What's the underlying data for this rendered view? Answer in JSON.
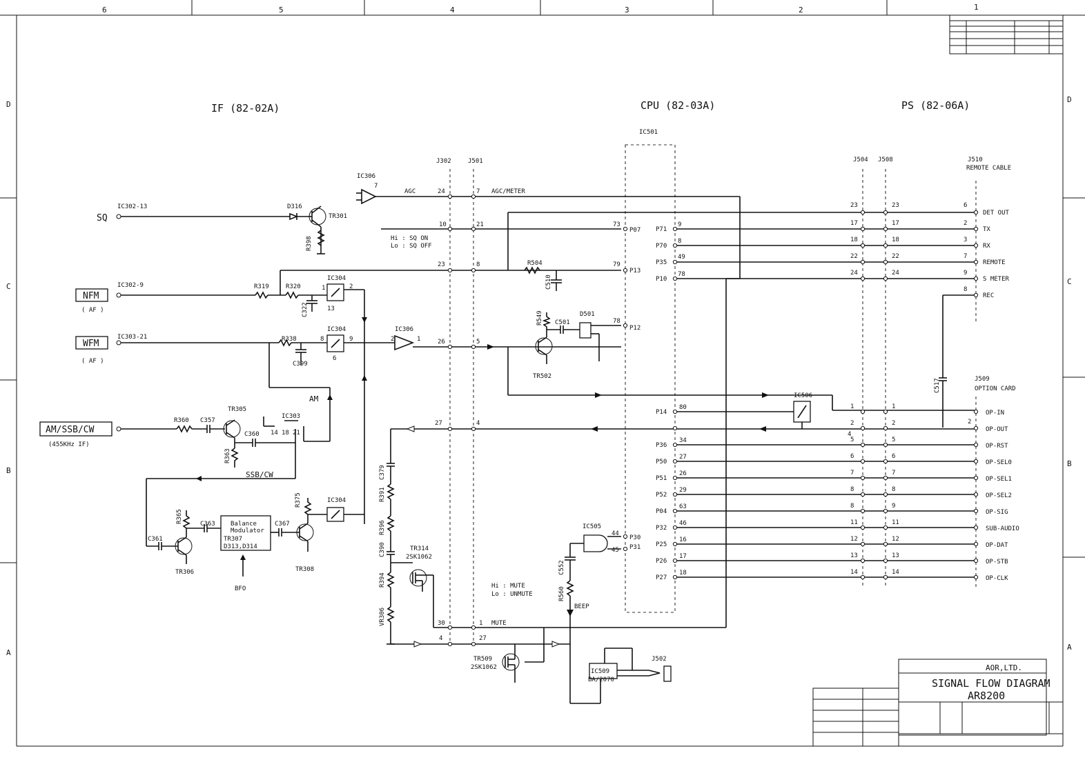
{
  "border": {
    "columns": [
      "6",
      "5",
      "4",
      "3",
      "2",
      "1"
    ],
    "rows_left": [
      "D",
      "C",
      "B",
      "A"
    ],
    "rows_right": [
      "D",
      "C",
      "B",
      "A"
    ]
  },
  "sections": {
    "if": "IF (82-02A)",
    "cpu": "CPU (82-03A)",
    "ps": "PS (82-06A)"
  },
  "connectors": {
    "j302": "J302",
    "j501": "J501",
    "j504": "J504",
    "j508": "J508",
    "j510": "J510",
    "j510_desc": "REMOTE CABLE",
    "j509": "J509",
    "j509_desc": "OPTION CARD",
    "j502": "J502",
    "ic501": "IC501"
  },
  "inputs": {
    "sq": "SQ",
    "sq_ref": "IC302-13",
    "nfm": "NFM",
    "nfm_ref": "IC302-9",
    "nfm_sub": "( AF )",
    "wfm": "WFM",
    "wfm_ref": "IC303-21",
    "wfm_sub": "( AF )",
    "am": "AM/SSB/CW",
    "am_sub": "(455KHz IF)"
  },
  "components": {
    "ic306a": "IC306",
    "ic306b": "IC306",
    "ic304a": "IC304",
    "ic304b": "IC304",
    "ic304c": "IC304",
    "ic303": "IC303",
    "ic505": "IC505",
    "ic506": "IC506",
    "ic509": "IC509",
    "ic509_part": "BA/2070",
    "tr301": "TR301",
    "tr305": "TR305",
    "tr306": "TR306",
    "tr308": "TR308",
    "tr502": "TR502",
    "tr314": "TR314",
    "tr314_part": "2SK1062",
    "tr509": "TR509",
    "tr509_part": "2SK1062",
    "d316": "D316",
    "d501": "D501",
    "r398": "R398",
    "r319": "R319",
    "r320": "R320",
    "r338": "R338",
    "r360": "R360",
    "r363": "R363",
    "r365": "R365",
    "r375": "R375",
    "r504": "R504",
    "r549": "R549",
    "r391": "R391",
    "r396": "R396",
    "r394": "R394",
    "r560": "R560",
    "vr306": "VR306",
    "c322": "C322",
    "c399": "C399",
    "c357": "C357",
    "c360": "C360",
    "c361": "C361",
    "c363": "C363",
    "c367": "C367",
    "c510": "C510",
    "c501": "C501",
    "c379": "C379",
    "c390": "C390",
    "c552": "C552",
    "c517": "C517",
    "bal_mod_1": "Balance",
    "bal_mod_2": "Modulator",
    "bal_mod_3": "TR307",
    "bal_mod_4": "D313,D314",
    "bfo": "BFO"
  },
  "signals": {
    "agc": "AGC",
    "agc_meter": "AGC/METER",
    "mute": "MUTE",
    "beep": "BEEP",
    "am": "AM",
    "ssb_cw": "SSB/CW",
    "sq_hi": "Hi : SQ ON",
    "sq_lo": "Lo : SQ OFF",
    "mute_hi": "Hi : MUTE",
    "mute_lo": "Lo : UNMUTE"
  },
  "pin_numbers": {
    "agc_j302": "24",
    "agc_j501": "7",
    "sq_j302": "10",
    "sq_j501": "21",
    "sq_cpu": "73",
    "l23_j302": "23",
    "l23_j501": "8",
    "l23_cpu": "79",
    "af_j302": "26",
    "af_j501": "5",
    "d501_cpu": "78",
    "opt_j302": "27",
    "opt_j501": "4",
    "mute_j302": "30",
    "mute_j501": "1",
    "beep_j302": "4",
    "beep_j501": "27",
    "ic303_p14": "14",
    "ic303_p18": "18",
    "ic303_p21": "21",
    "ic304_p1": "1",
    "ic304_p2": "2",
    "ic304_p13": "13",
    "ic304b_p8": "8",
    "ic304b_p9": "9",
    "ic304b_p6": "6",
    "ic306_p7": "7",
    "ic306b_p2": "2",
    "ic306b_p1": "1",
    "ic505_p44": "44",
    "ic505_p45": "45",
    "rec_pin": "8",
    "opt_note": "4",
    "opt_note2": "2"
  },
  "cpu_ports": {
    "p07": "P07",
    "p13": "P13",
    "p12": "P12",
    "p30": "P30",
    "p31": "P31"
  },
  "remote_lines": [
    {
      "port": "P71",
      "cpu": "9",
      "j504": "17",
      "j508": "17",
      "j510": "2",
      "name": "TX"
    },
    {
      "port": "P70",
      "cpu": "8",
      "j504": "18",
      "j508": "18",
      "j510": "3",
      "name": "RX"
    },
    {
      "port": "P35",
      "cpu": "49",
      "j504": "22",
      "j508": "22",
      "j510": "7",
      "name": "REMOTE"
    },
    {
      "port": "P10",
      "cpu": "78",
      "j504": "24",
      "j508": "24",
      "j510": "9",
      "name": "S METER"
    }
  ],
  "det_out": {
    "j504": "23",
    "j508": "23",
    "j510": "6",
    "name": "DET OUT"
  },
  "rec": {
    "j510": "8",
    "name": "REC"
  },
  "option_lines": [
    {
      "port": "P14",
      "cpu": "80",
      "j504": "1",
      "j508": "1",
      "name": "OP-IN"
    },
    {
      "port": "",
      "cpu": "",
      "j504": "2",
      "j508": "2",
      "name": "OP-OUT"
    },
    {
      "port": "P36",
      "cpu": "34",
      "j504": "5",
      "j508": "5",
      "name": "OP-RST"
    },
    {
      "port": "P50",
      "cpu": "27",
      "j504": "6",
      "j508": "6",
      "name": "OP-SEL0"
    },
    {
      "port": "P51",
      "cpu": "26",
      "j504": "7",
      "j508": "7",
      "name": "OP-SEL1"
    },
    {
      "port": "P52",
      "cpu": "29",
      "j504": "8",
      "j508": "8",
      "name": "OP-SEL2"
    },
    {
      "port": "P04",
      "cpu": "63",
      "j504": "8",
      "j508": "9",
      "name": "OP-SIG"
    },
    {
      "port": "P32",
      "cpu": "46",
      "j504": "11",
      "j508": "11",
      "name": "SUB-AUDIO"
    },
    {
      "port": "P25",
      "cpu": "16",
      "j504": "12",
      "j508": "12",
      "name": "OP-DAT"
    },
    {
      "port": "P26",
      "cpu": "17",
      "j504": "13",
      "j508": "13",
      "name": "OP-STB"
    },
    {
      "port": "P27",
      "cpu": "18",
      "j504": "14",
      "j508": "14",
      "name": "OP-CLK"
    }
  ],
  "title_block": {
    "company": "AOR,LTD.",
    "title_line1": "SIGNAL FLOW DIAGRAM",
    "title_line2": "AR8200"
  }
}
